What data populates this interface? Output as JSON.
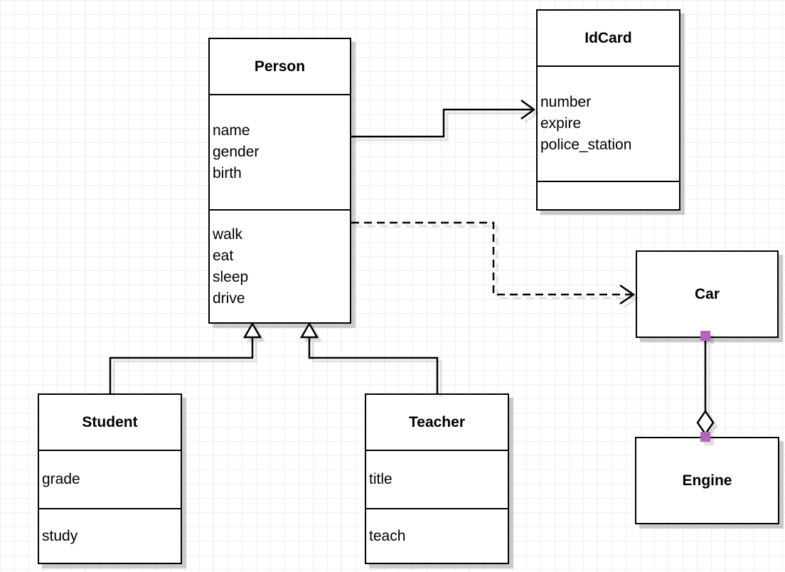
{
  "diagram": {
    "type": "uml-class-diagram",
    "classes": [
      {
        "name": "Person",
        "attributes": [
          "name",
          "gender",
          "birth"
        ],
        "methods": [
          "walk",
          "eat",
          "sleep",
          "drive"
        ]
      },
      {
        "name": "IdCard",
        "attributes": [
          "number",
          "expire",
          "police_station"
        ],
        "methods": []
      },
      {
        "name": "Student",
        "attributes": [
          "grade"
        ],
        "methods": [
          "study"
        ]
      },
      {
        "name": "Teacher",
        "attributes": [
          "title"
        ],
        "methods": [
          "teach"
        ]
      },
      {
        "name": "Car",
        "attributes": [],
        "methods": []
      },
      {
        "name": "Engine",
        "attributes": [],
        "methods": []
      }
    ],
    "relationships": [
      {
        "type": "association",
        "from": "Person",
        "to": "IdCard",
        "line": "solid",
        "arrow": "open"
      },
      {
        "type": "dependency",
        "from": "Person",
        "to": "Car",
        "line": "dashed",
        "arrow": "open"
      },
      {
        "type": "generalization",
        "from": "Student",
        "to": "Person",
        "line": "solid",
        "arrow": "hollow-triangle"
      },
      {
        "type": "generalization",
        "from": "Teacher",
        "to": "Person",
        "line": "solid",
        "arrow": "hollow-triangle"
      },
      {
        "type": "aggregation",
        "from": "Engine",
        "to": "Car",
        "line": "solid",
        "arrow": "hollow-diamond"
      }
    ],
    "colors": {
      "stroke": "#000000",
      "shape_fill": "#ffffff",
      "shadow": "#c8c8c8",
      "endpoint_handle": "#b266b8",
      "grid_line": "#f0f0f2",
      "background": "#ffffff"
    }
  }
}
